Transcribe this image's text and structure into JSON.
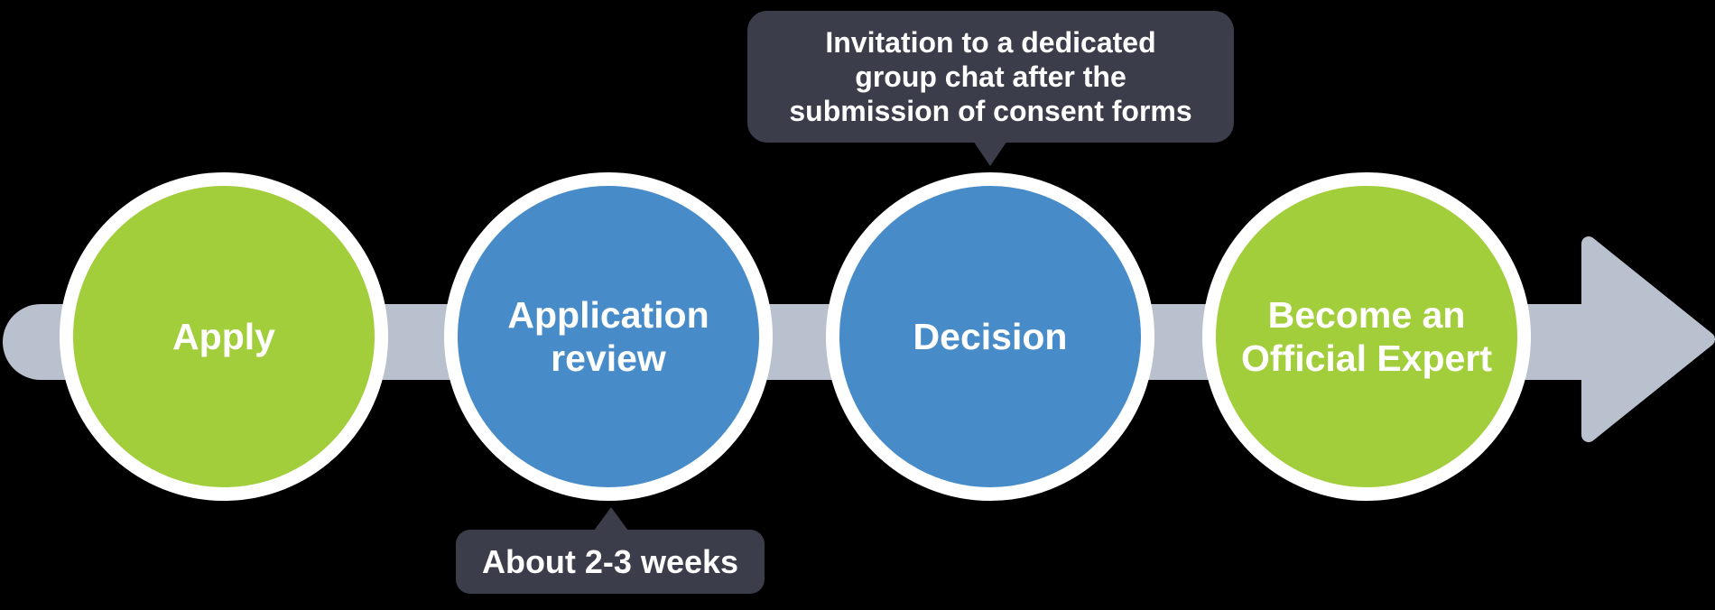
{
  "colors": {
    "background": "#000000",
    "circle_green": "#a2ce3c",
    "circle_blue": "#478cc8",
    "circle_ring": "#ffffff",
    "arrow": "#b9c0ce",
    "tooltip_bg": "#3b3e4a",
    "text": "#ffffff"
  },
  "steps": [
    {
      "label": "Apply",
      "color": "green"
    },
    {
      "label": "Application\nreview",
      "color": "blue"
    },
    {
      "label": "Decision",
      "color": "blue"
    },
    {
      "label": "Become an\nOfficial Expert",
      "color": "green"
    }
  ],
  "callouts": {
    "decision_note": "Invitation to a dedicated\ngroup chat after the\nsubmission of consent forms",
    "review_note": "About 2-3 weeks"
  }
}
